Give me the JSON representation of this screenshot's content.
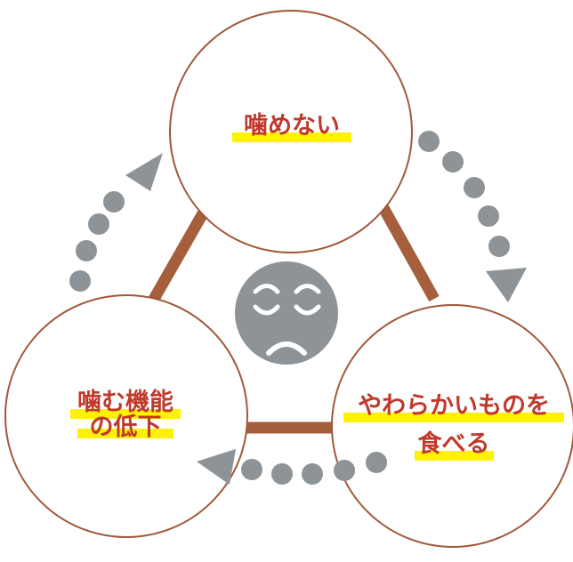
{
  "nodes": {
    "top": {
      "label": "噛めない"
    },
    "right": {
      "line1": "やわらかいものを",
      "line2": "食べる"
    },
    "left": {
      "line1": "噛む機能",
      "line2": "の低下"
    }
  },
  "colors": {
    "label_text": "#c0392b",
    "label_highlight": "#fff200",
    "circle_stroke": "#a0583a",
    "connector": "#a65f3d",
    "arrow_dots": "#8d9396",
    "face": "#8d9396"
  },
  "icons": {
    "center": "sad-face-icon",
    "arrows": "dotted-arrow-icon"
  }
}
